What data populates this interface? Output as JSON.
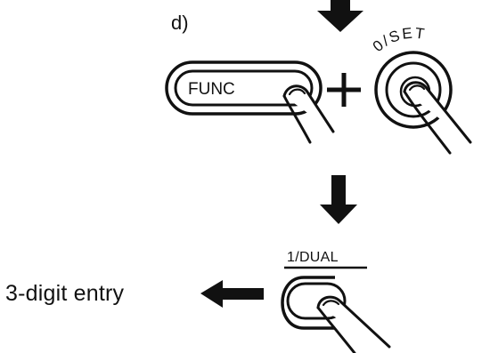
{
  "step_label": "d)",
  "buttons": {
    "func_label": "FUNC",
    "set_label": "0/SET",
    "dual_label": "1/DUAL"
  },
  "operator_symbol": "+",
  "entry_label": "3-digit entry",
  "colors": {
    "ink": "#111111",
    "background": "#ffffff"
  }
}
